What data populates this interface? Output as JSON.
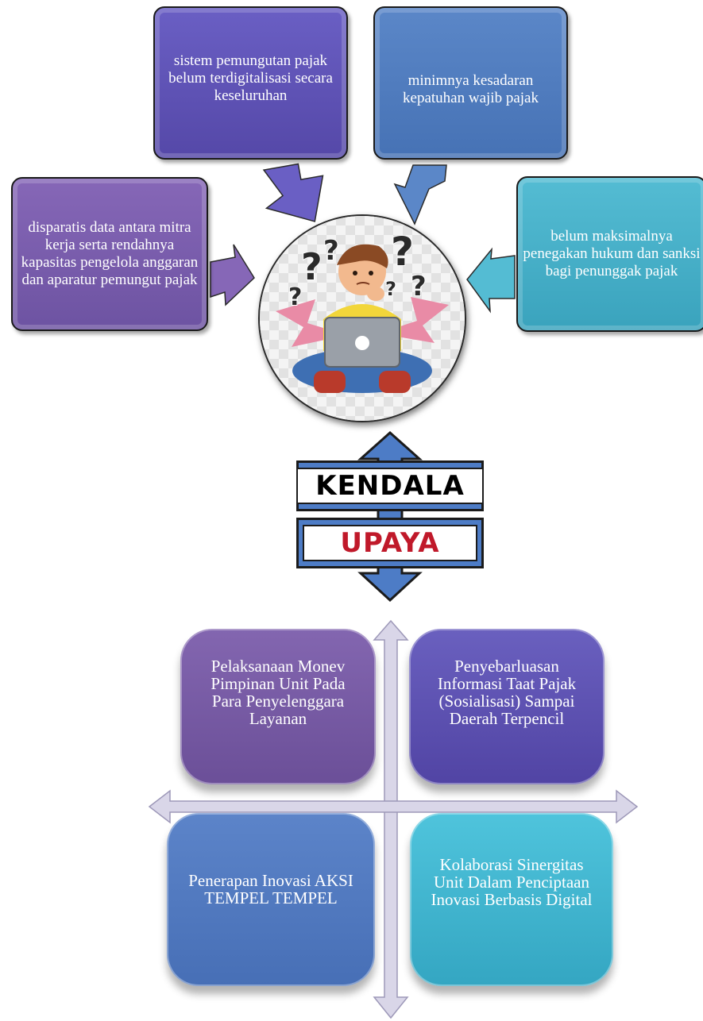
{
  "kendala": {
    "top_left": "sistem pemungutan pajak belum terdigitalisasi secara keseluruhan",
    "top_right": "minimnya kesadaran kepatuhan wajib pajak",
    "left": "disparatis data antara mitra kerja serta rendahnya kapasitas pengelola anggaran dan aparatur pemungut pajak",
    "right": "belum maksimalnya penegakan hukum dan sanksi bagi penunggak pajak"
  },
  "labels": {
    "kendala": "KENDALA",
    "upaya": "UPAYA"
  },
  "upaya": {
    "top_left": "Pelaksanaan Monev Pimpinan Unit Pada Para Penyelenggara Layanan",
    "top_right": "Penyebarluasan Informasi Taat Pajak (Sosialisasi) Sampai Daerah Terpencil",
    "bottom_left": "Penerapan Inovasi AKSI TEMPEL TEMPEL",
    "bottom_right": "Kolaborasi Sinergitas Unit Dalam Penciptaan Inovasi Berbasis Digital"
  },
  "colors": {
    "purple": "#5548a8",
    "violet": "#6d53a2",
    "blue": "#4672b5",
    "cyan": "#3aa3bd",
    "upaya_text": "#c0192a"
  },
  "icons": {
    "center": "confused-person-with-laptop-icon"
  }
}
